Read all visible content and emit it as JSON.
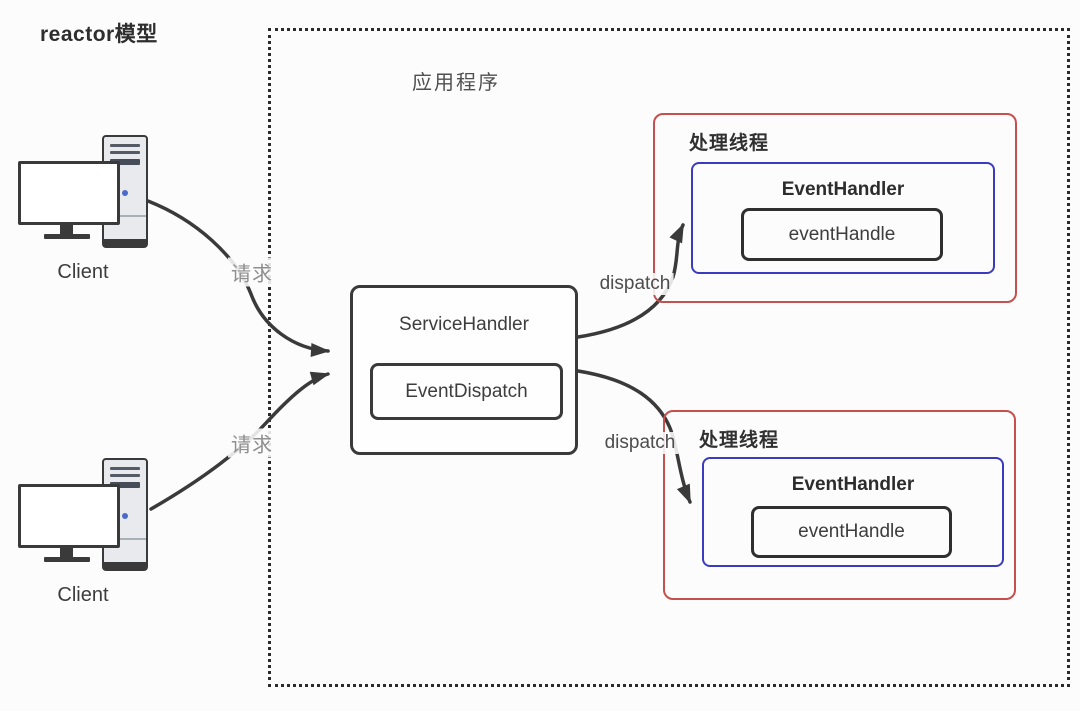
{
  "title": "reactor模型",
  "app_container": {
    "label": "应用程序"
  },
  "clients": [
    {
      "label": "Client",
      "icon": "desktop-computer-icon"
    },
    {
      "label": "Client",
      "icon": "desktop-computer-icon"
    }
  ],
  "service_handler": {
    "label": "ServiceHandler",
    "dispatcher_label": "EventDispatch"
  },
  "worker_threads": [
    {
      "label": "处理线程",
      "handler_label": "EventHandler",
      "method_label": "eventHandle"
    },
    {
      "label": "处理线程",
      "handler_label": "EventHandler",
      "method_label": "eventHandle"
    }
  ],
  "arrows": {
    "request_labels": [
      "请求",
      "请求"
    ],
    "dispatch_labels": [
      "dispatch",
      "dispatch"
    ]
  },
  "colors": {
    "thread_box_border": "#c5504e",
    "handler_box_border": "#3b3bc0",
    "dark_border": "#3a3a3a",
    "request_label_color": "#8f8f8f",
    "background": "#fcfcfc"
  }
}
